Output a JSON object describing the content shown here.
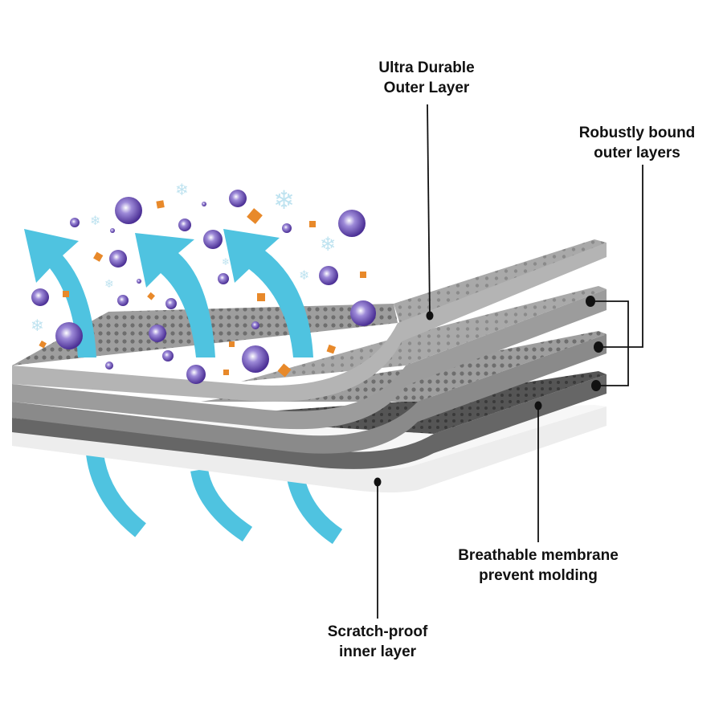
{
  "labels": {
    "outer_layer": {
      "line1": "Ultra Durable",
      "line2": "Outer Layer"
    },
    "bound_layers": {
      "line1": "Robustly bound",
      "line2": "outer layers"
    },
    "membrane": {
      "line1": "Breathable membrane",
      "line2": "prevent molding"
    },
    "inner_layer": {
      "line1": "Scratch-proof",
      "line2": "inner layer"
    }
  },
  "colors": {
    "arrow": "#4fc3e0",
    "bubble": "#6a4fb0",
    "particle": "#e8892a",
    "snowflake": "#bfe3f0",
    "layer_top": "#b3b3b3",
    "layer_2": "#9c9c9c",
    "layer_3": "#8a8a8a",
    "layer_4": "#666666",
    "inner_layer": "#ededed"
  },
  "icons": {
    "snowflake": "snowflake-icon",
    "arrow": "airflow-arrow-icon"
  }
}
